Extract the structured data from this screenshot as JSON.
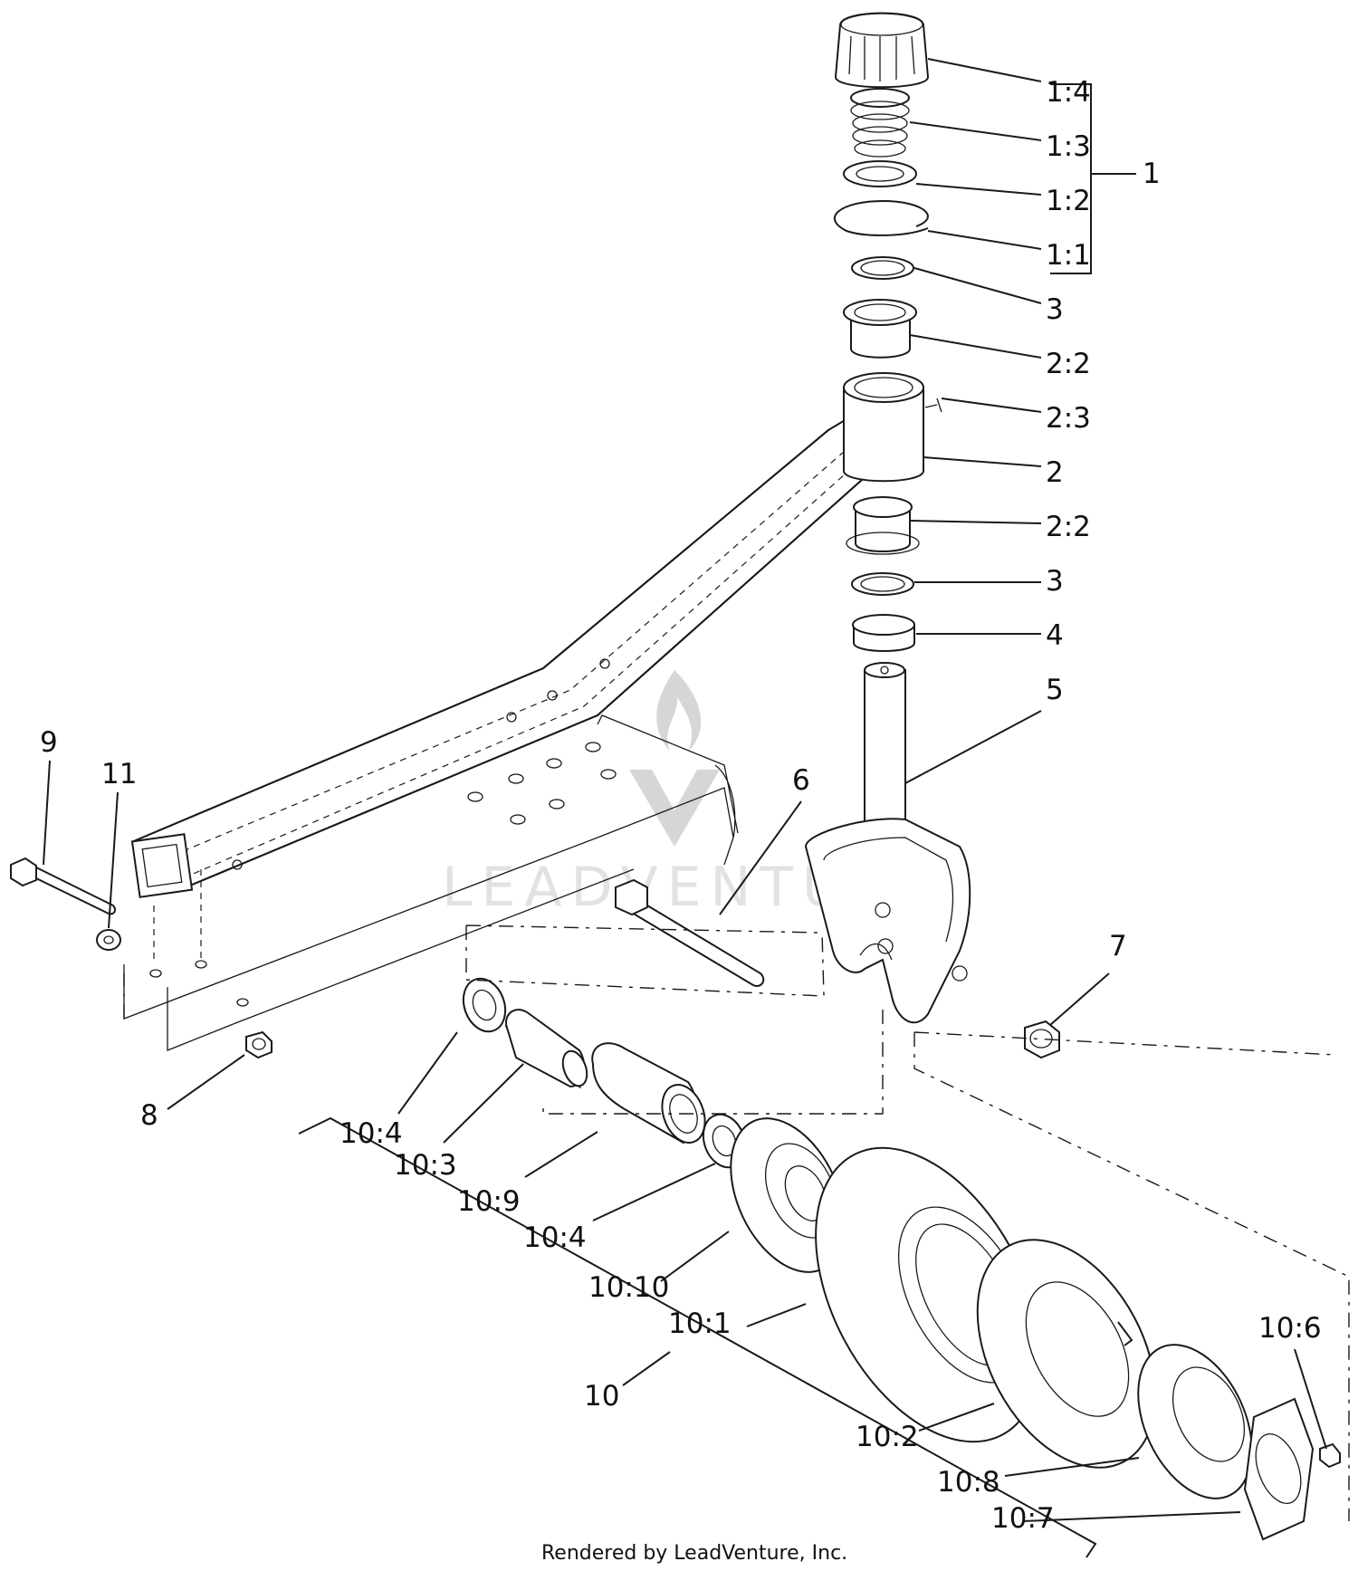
{
  "watermark": {
    "text": "LEADVENTURE"
  },
  "footer": {
    "text": "Rendered by LeadVenture, Inc."
  },
  "labels": [
    "1:4",
    "1:3",
    "1:2",
    "1:1",
    "1",
    "3",
    "2:2",
    "2:3",
    "2",
    "2:2",
    "3",
    "4",
    "5",
    "6",
    "7",
    "9",
    "11",
    "8",
    "10:4",
    "10:3",
    "10:9",
    "10:4",
    "10:10",
    "10:1",
    "10",
    "10:2",
    "10:8",
    "10:7",
    "10:6"
  ]
}
